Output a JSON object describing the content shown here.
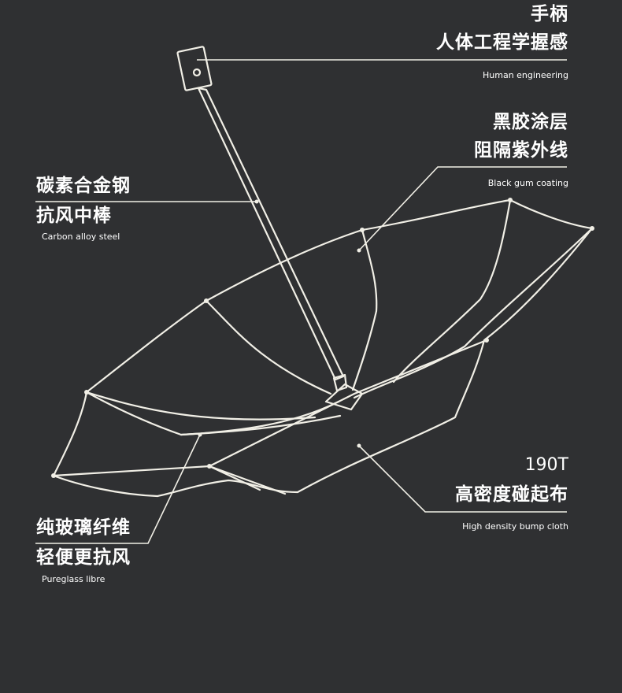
{
  "callouts": {
    "handle": {
      "title": "手柄",
      "subtitle": "人体工程学握感",
      "english": "Human engineering"
    },
    "coating": {
      "title": "黑胶涂层",
      "subtitle": "阻隔紫外线",
      "english": "Black gum coating"
    },
    "shaft": {
      "title": "碳素合金钢",
      "subtitle": "抗风中棒",
      "english": "Carbon alloy steel"
    },
    "cloth": {
      "spec": "190T",
      "title": "高密度碰起布",
      "english": "High density bump cloth"
    },
    "ribs": {
      "title": "纯玻璃纤维",
      "subtitle": "轻便更抗风",
      "english": "Pureglass libre"
    }
  },
  "colors": {
    "background": "#2f3032",
    "line": "#f1efe6",
    "text": "#ffffff"
  }
}
